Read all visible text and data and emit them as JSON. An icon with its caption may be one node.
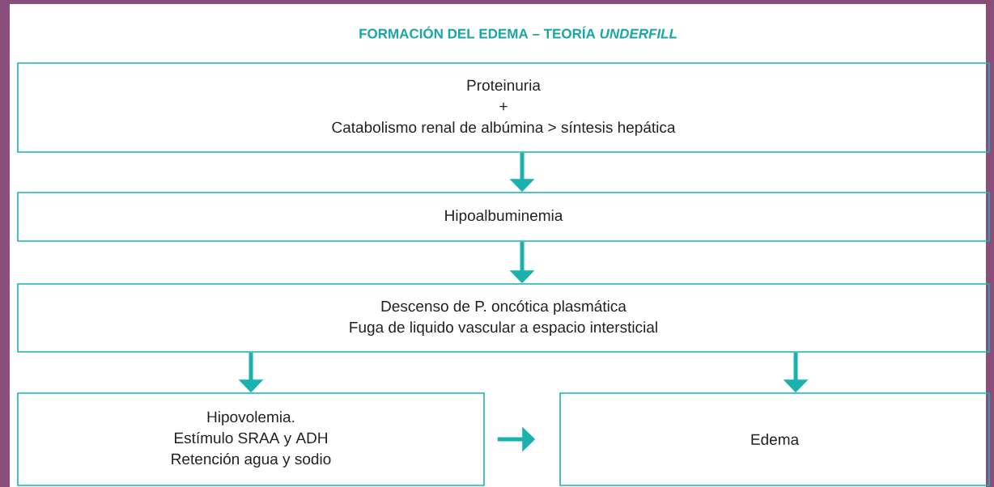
{
  "diagram": {
    "title": "FORMACIÓN DEL EDEMA – TEORÍA *UNDERFILL*",
    "nodes": [
      {
        "text": [
          "Proteinuria",
          "+",
          "Catabolismo renal de albúmina > síntesis hepática"
        ]
      },
      {
        "text": [
          "Hipoalbuminemia"
        ]
      },
      {
        "text": [
          "Descenso de P. oncótica plasmática",
          "Fuga de liquido vascular a espacio intersticial"
        ]
      },
      {
        "text": [
          "Hipovolemia.",
          "Estímulo SRAA y ADH",
          "Retención agua y sodio"
        ]
      },
      {
        "text": [
          "Edema"
        ]
      }
    ],
    "edges": [
      {
        "from": 0,
        "to": 1,
        "arrow": "to"
      },
      {
        "from": 1,
        "to": 2,
        "arrow": "to"
      },
      {
        "from": 2,
        "to": 3,
        "arrow": "to"
      },
      {
        "from": 2,
        "to": 4,
        "arrow": "to"
      },
      {
        "from": 3,
        "to": 4,
        "arrow": "to"
      }
    ]
  }
}
